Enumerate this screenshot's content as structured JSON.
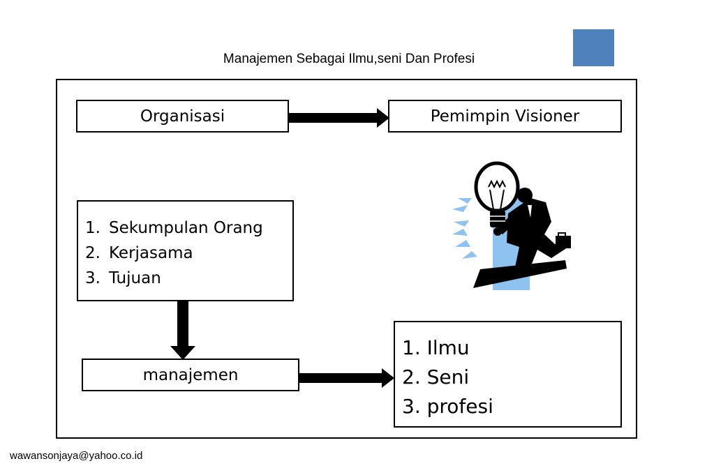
{
  "slide": {
    "title": "Manajemen Sebagai Ilmu,seni Dan Profesi",
    "footer": "wawansonjaya@yahoo.co.id",
    "accent_color": "#4f81bd"
  },
  "diagram": {
    "organisasi": "Organisasi",
    "pemimpin": "Pemimpin Visioner",
    "elements": [
      {
        "num": "1.",
        "text": "Sekumpulan Orang"
      },
      {
        "num": "2.",
        "text": "Kerjasama"
      },
      {
        "num": "3.",
        "text": "Tujuan"
      }
    ],
    "manajemen": "manajemen",
    "outcomes": [
      "1. Ilmu",
      "2. Seni",
      "3. profesi"
    ],
    "clipart_icon": "lightbulb-businessman-icon",
    "clipart_accent": "#8ec2f0"
  }
}
